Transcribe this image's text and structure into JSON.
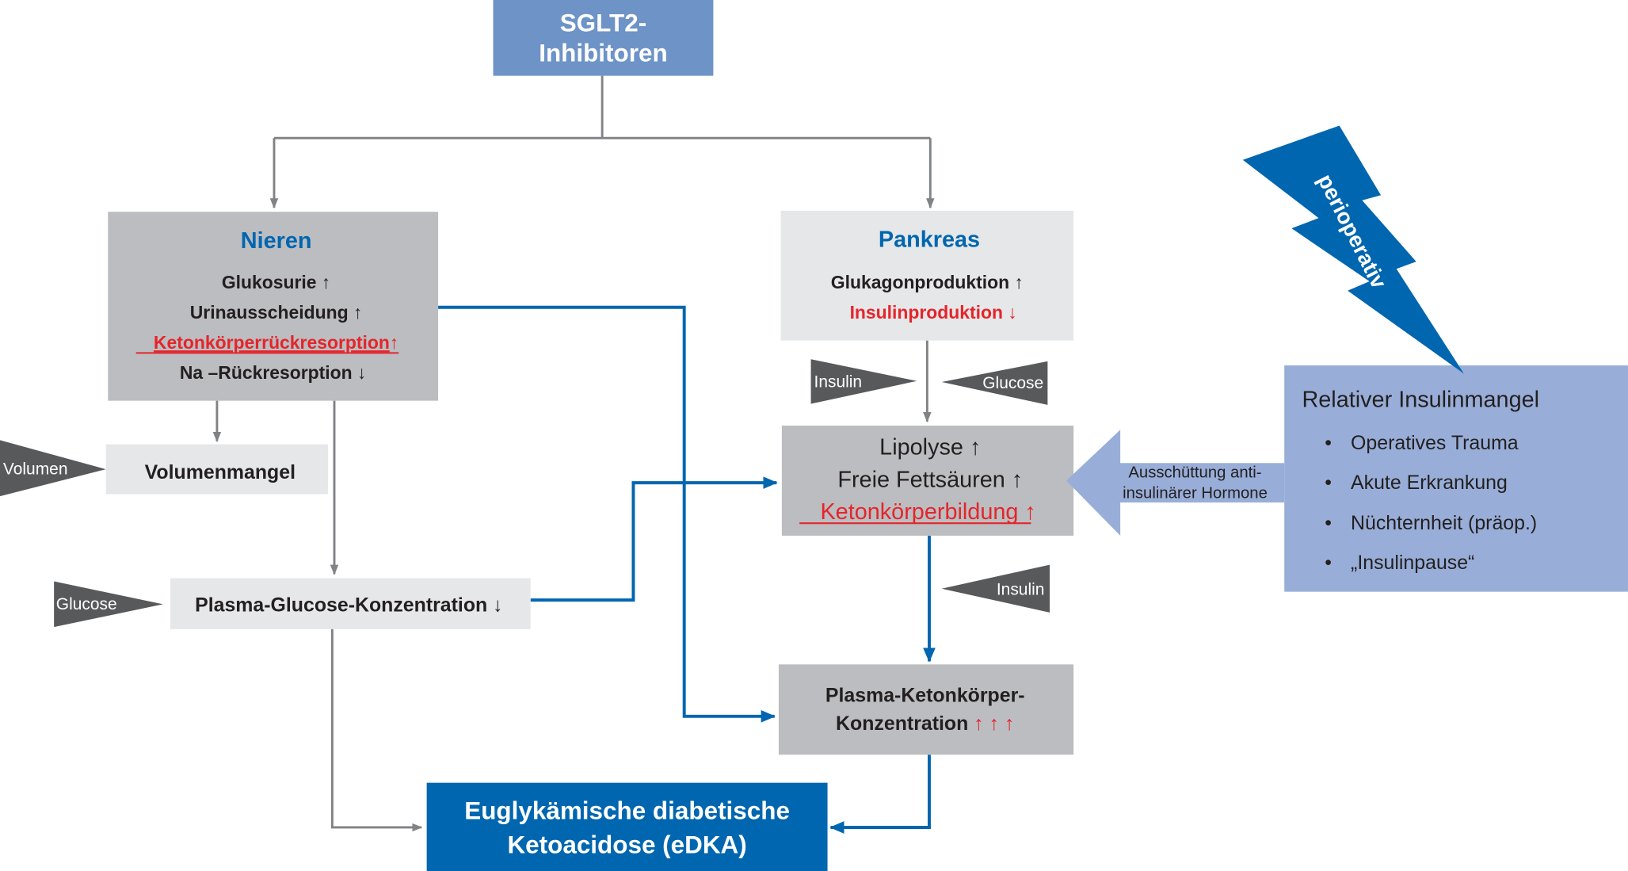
{
  "diagram": {
    "colors": {
      "sglt2_box": "#6d93c7",
      "dark_gray_box": "#bcbdc0",
      "light_gray_box": "#e6e7e8",
      "edka_box": "#0066b0",
      "relative_box": "#98aed8",
      "blue_arrow": "#0066b0",
      "gray_arrow": "#808285",
      "triangle": "#58595b",
      "title_blue": "#0066b0",
      "highlight_red": "#e4252b",
      "text_dark": "#231f20"
    },
    "sglt2": {
      "line1": "SGLT2-",
      "line2": "Inhibitoren"
    },
    "nieren": {
      "title": "Nieren",
      "items": [
        {
          "text": "Glukosurie",
          "arrow": "↑",
          "highlight": false
        },
        {
          "text": "Urinausscheidung",
          "arrow": "↑",
          "highlight": false
        },
        {
          "text": "Ketonkörperrückresorption",
          "arrow": "↑",
          "highlight": true
        },
        {
          "text": "Na –Rückresorption",
          "arrow": "↓",
          "highlight": false
        }
      ]
    },
    "pankreas": {
      "title": "Pankreas",
      "items": [
        {
          "text": "Glukagonproduktion",
          "arrow": "↑",
          "highlight": false
        },
        {
          "text": "Insulinproduktion",
          "arrow": "↓",
          "highlight": true
        }
      ]
    },
    "volumenmangel": {
      "label": "Volumenmangel"
    },
    "plasma_glucose": {
      "label": "Plasma-Glucose-Konzentration",
      "arrow": "↓"
    },
    "lipolyse": {
      "items": [
        {
          "text": "Lipolyse",
          "arrow": "↑",
          "highlight": false
        },
        {
          "text": "Freie Fettsäuren",
          "arrow": "↑",
          "highlight": false
        },
        {
          "text": "Ketonkörperbildung",
          "arrow": "↑",
          "highlight": true
        }
      ]
    },
    "plasma_keton": {
      "line1": "Plasma-Ketonkörper-",
      "line2": "Konzentration",
      "arrows": "↑ ↑ ↑"
    },
    "edka": {
      "line1": "Euglykämische diabetische",
      "line2": "Ketoacidose (eDKA)"
    },
    "triangles": {
      "volumen": "Volumen",
      "glucose_left": "Glucose",
      "insulin_top": "Insulin",
      "glucose_top": "Glucose",
      "insulin_bottom": "Insulin"
    },
    "hormone_arrow": {
      "line1": "Ausschüttung anti-",
      "line2": "insulinärer Hormone"
    },
    "lightning": {
      "label": "perioperativ"
    },
    "relative_insulinmangel": {
      "title": "Relativer Insulinmangel",
      "bullet": "•",
      "items": [
        "Operatives Trauma",
        "Akute Erkrankung",
        "Nüchternheit (präop.)",
        "„Insulinpause“"
      ]
    }
  }
}
